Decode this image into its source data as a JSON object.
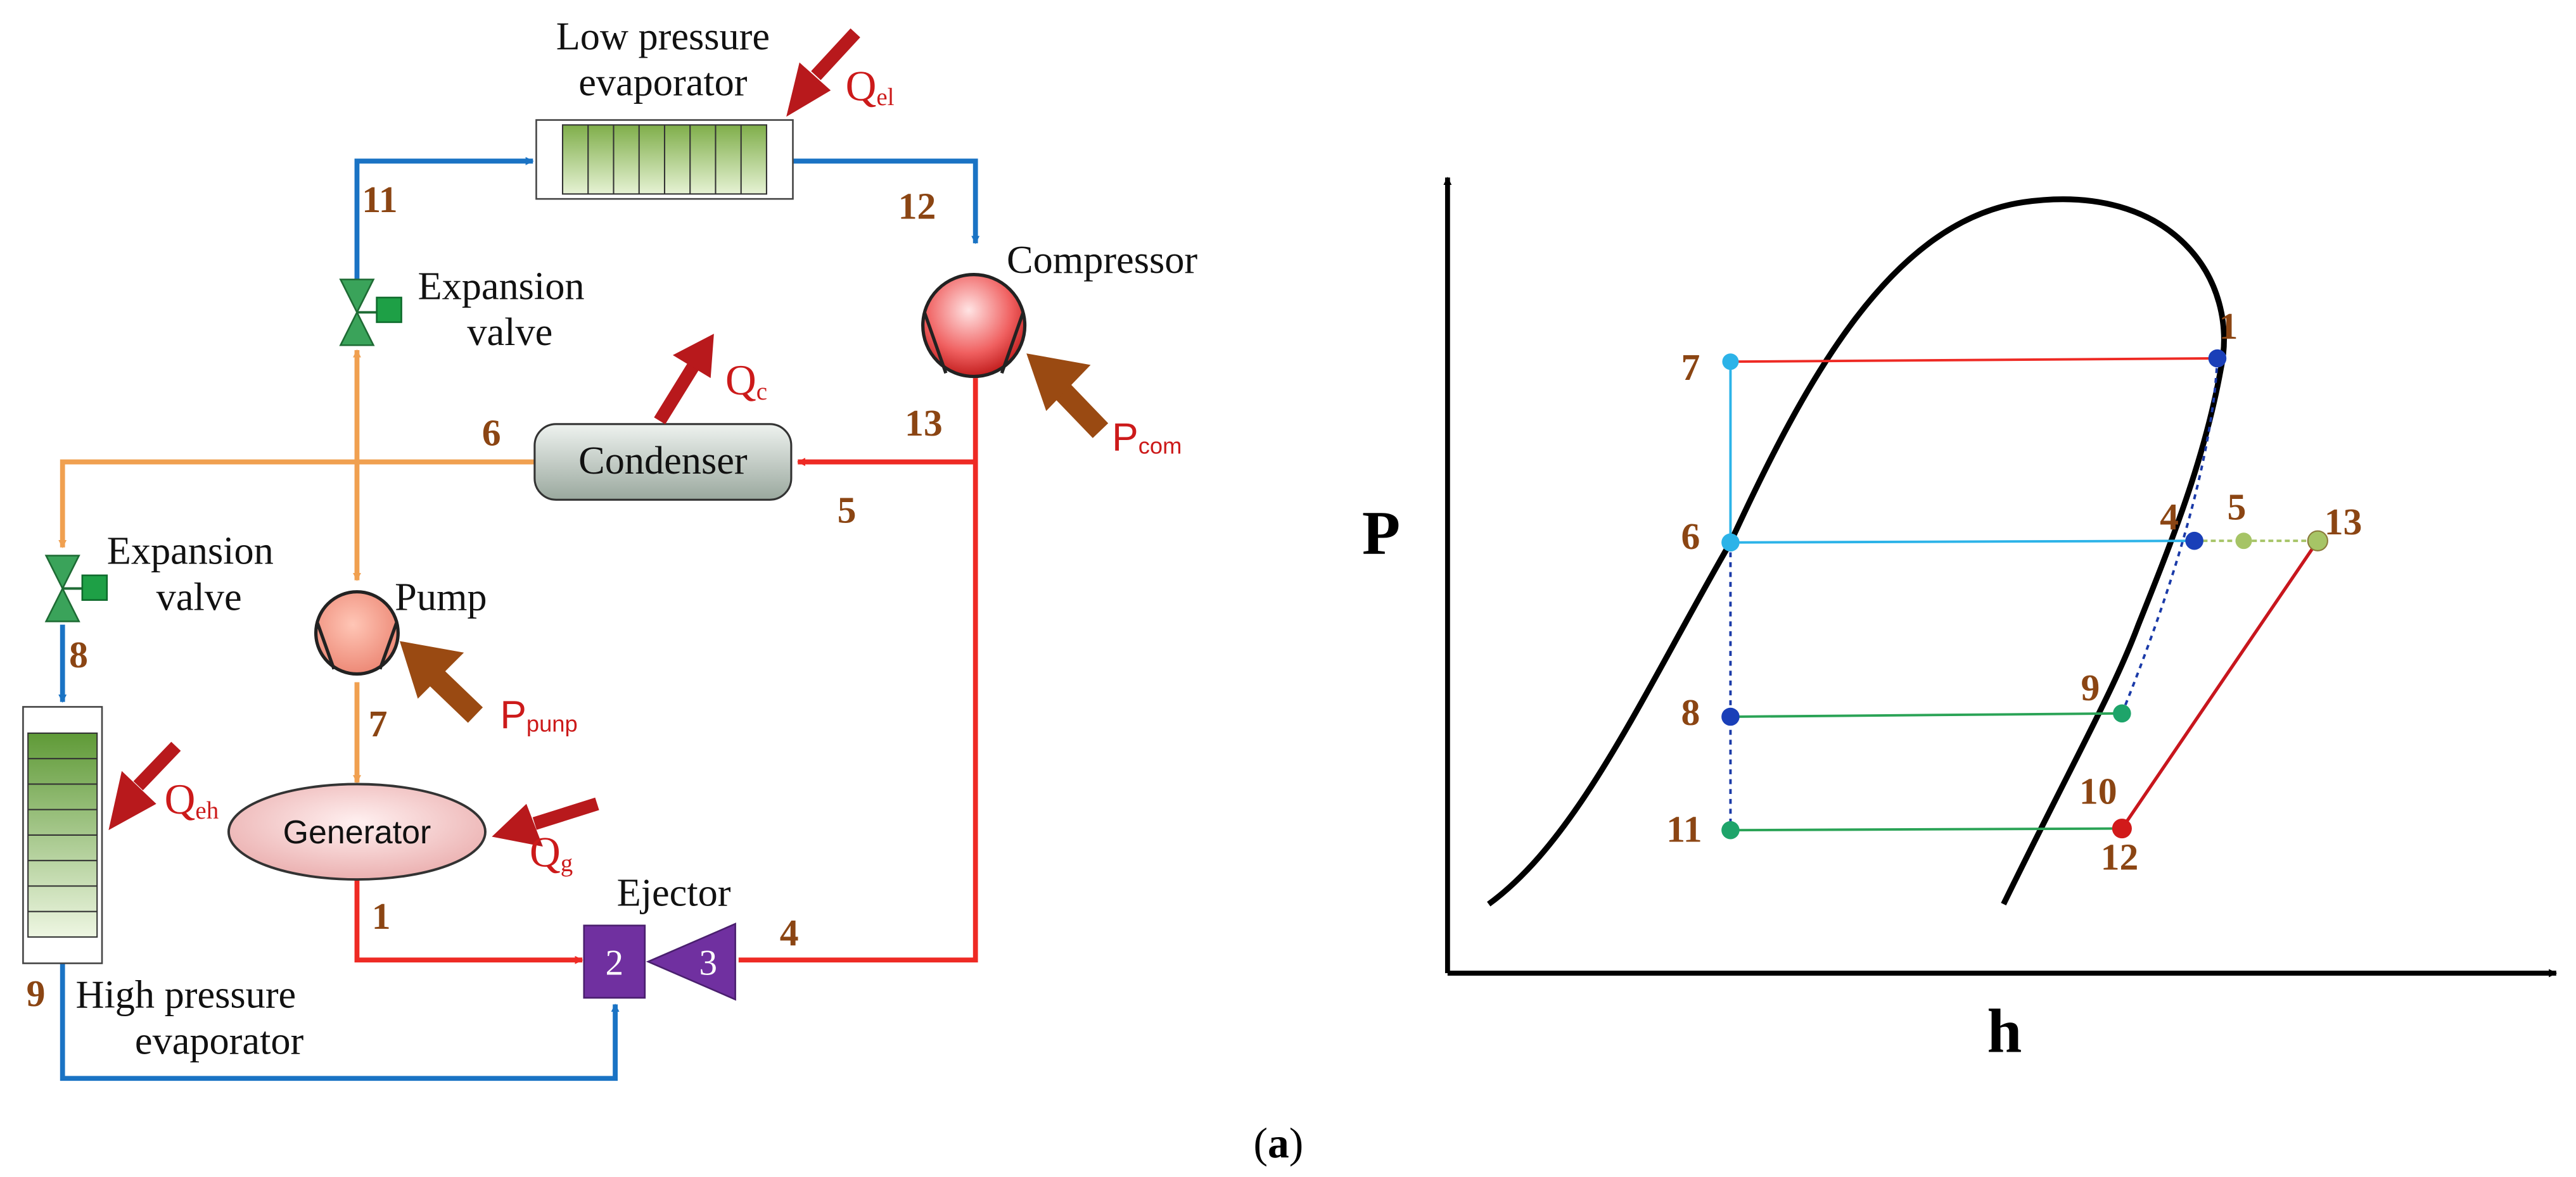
{
  "schematic": {
    "components": {
      "low_pressure_evaporator": [
        "Low pressure",
        "evaporator"
      ],
      "high_pressure_evaporator": [
        "High pressure",
        "evaporator"
      ],
      "compressor": "Compressor",
      "condenser": "Condenser",
      "pump": "Pump",
      "generator": "Generator",
      "ejector": "Ejector",
      "expansion_valve_top": [
        "Expansion",
        "valve"
      ],
      "expansion_valve_left": [
        "Expansion",
        "valve"
      ],
      "ejector_inlet_2": "2",
      "ejector_inlet_3": "3"
    },
    "heat_labels": {
      "qel": {
        "main": "Q",
        "sub": "el"
      },
      "qc": {
        "main": "Q",
        "sub": "c"
      },
      "pcom": {
        "main": "P",
        "sub": "com"
      },
      "ppunp": {
        "main": "P",
        "sub": "punp"
      },
      "qeh": {
        "main": "Q",
        "sub": "eh"
      },
      "qg": {
        "main": "Q",
        "sub": "g"
      }
    },
    "state_points": {
      "s1": "1",
      "s4": "4",
      "s5": "5",
      "s6": "6",
      "s7": "7",
      "s8": "8",
      "s9": "9",
      "s11": "11",
      "s12": "12",
      "s13": "13"
    }
  },
  "ph_diagram": {
    "axes": {
      "y": "P",
      "x": "h"
    },
    "points": {
      "p1": "1",
      "p4": "4",
      "p5": "5",
      "p6": "6",
      "p7": "7",
      "p8": "8",
      "p9": "9",
      "p10": "10",
      "p11": "11",
      "p12": "12",
      "p13": "13"
    }
  },
  "caption": {
    "open": "(",
    "letter": "a",
    "close": ")"
  },
  "colors": {
    "blue": "#1a73c4",
    "orange": "#f0a050",
    "red": "#ee2a24",
    "dark_red": "#b8191c",
    "brown_arrow": "#9a4a12",
    "label_brown": "#8b4513",
    "ejector_purple": "#7030a0"
  }
}
